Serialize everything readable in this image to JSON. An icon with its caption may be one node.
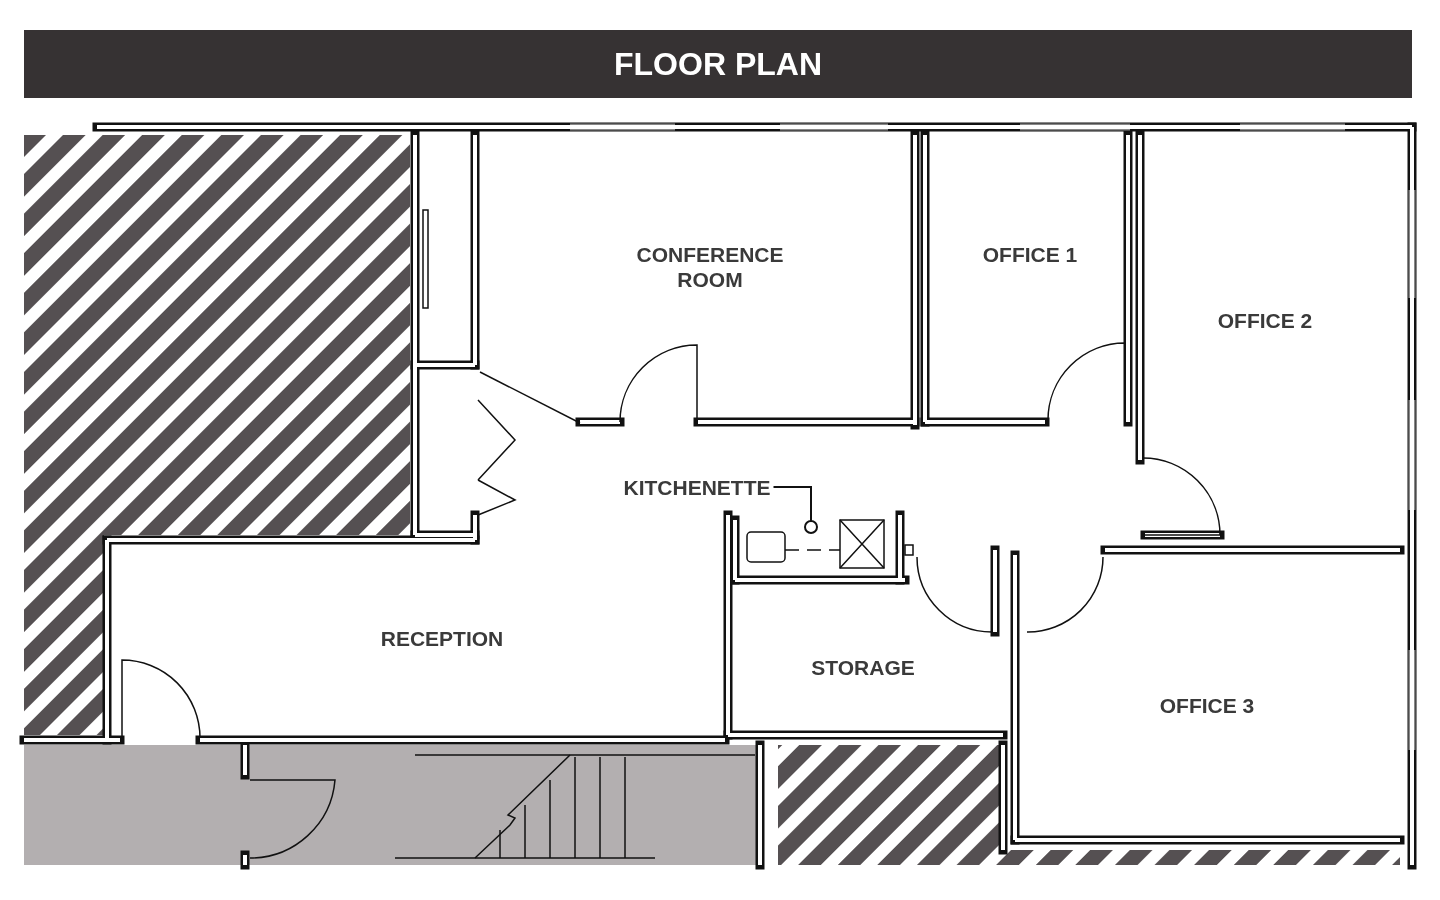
{
  "diagram": {
    "title": "FLOOR PLAN",
    "nodes": [
      {
        "text": [
          "KITCHENETTE"
        ]
      },
      {
        "text": [],
        "shape": "circle"
      }
    ],
    "edges": [
      {
        "from": 0,
        "to": 1,
        "arrow": "none"
      }
    ],
    "labels": [
      "CONFERENCE ROOM",
      "OFFICE 1",
      "OFFICE 2",
      "RECEPTION",
      "STORAGE",
      "OFFICE 3"
    ]
  }
}
